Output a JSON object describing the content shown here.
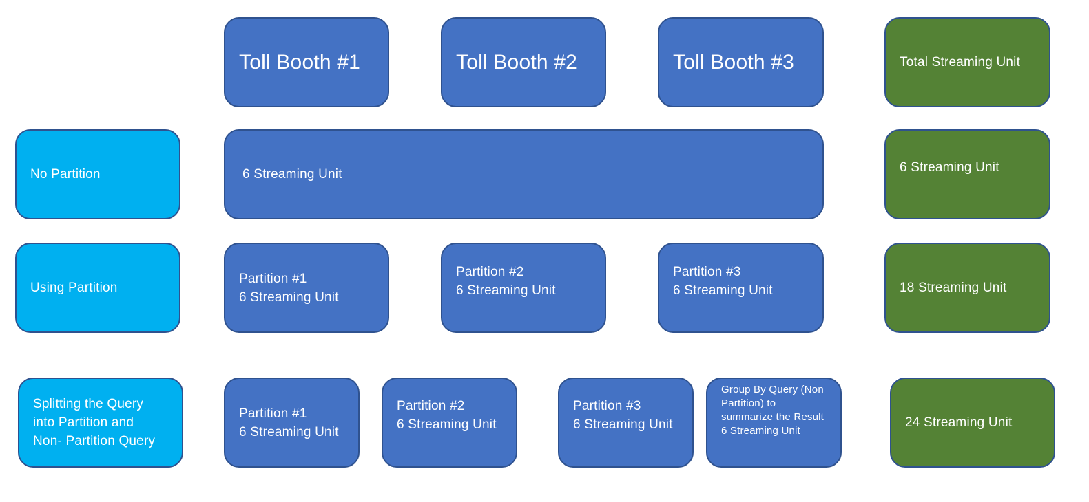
{
  "header": {
    "booth1": "Toll Booth #1",
    "booth2": "Toll Booth #2",
    "booth3": "Toll Booth #3",
    "total": "Total Streaming Unit"
  },
  "row_no_partition": {
    "label": "No Partition",
    "unit": "6 Streaming Unit",
    "total": "6 Streaming Unit"
  },
  "row_using_partition": {
    "label": "Using Partition",
    "p1_name": "Partition #1",
    "p1_unit": "6 Streaming Unit",
    "p2_name": "Partition #2",
    "p2_unit": "6 Streaming Unit",
    "p3_name": "Partition #3",
    "p3_unit": "6 Streaming Unit",
    "total": "18 Streaming Unit"
  },
  "row_splitting": {
    "label_line1": "Splitting the Query",
    "label_line2": "into Partition and",
    "label_line3": "Non- Partition Query",
    "p1_name": "Partition #1",
    "p1_unit": "6 Streaming Unit",
    "p2_name": "Partition #2",
    "p2_unit": "6 Streaming Unit",
    "p3_name": "Partition #3",
    "p3_unit": "6 Streaming Unit",
    "groupby_line1": "Group By Query (Non",
    "groupby_line2": "Partition) to",
    "groupby_line3": "summarize the Result",
    "groupby_line4": "6 Streaming Unit",
    "total": "24 Streaming Unit"
  },
  "colors": {
    "blue": "#4472c4",
    "cyan": "#00b0f0",
    "green": "#548235",
    "border": "#2f528f"
  }
}
